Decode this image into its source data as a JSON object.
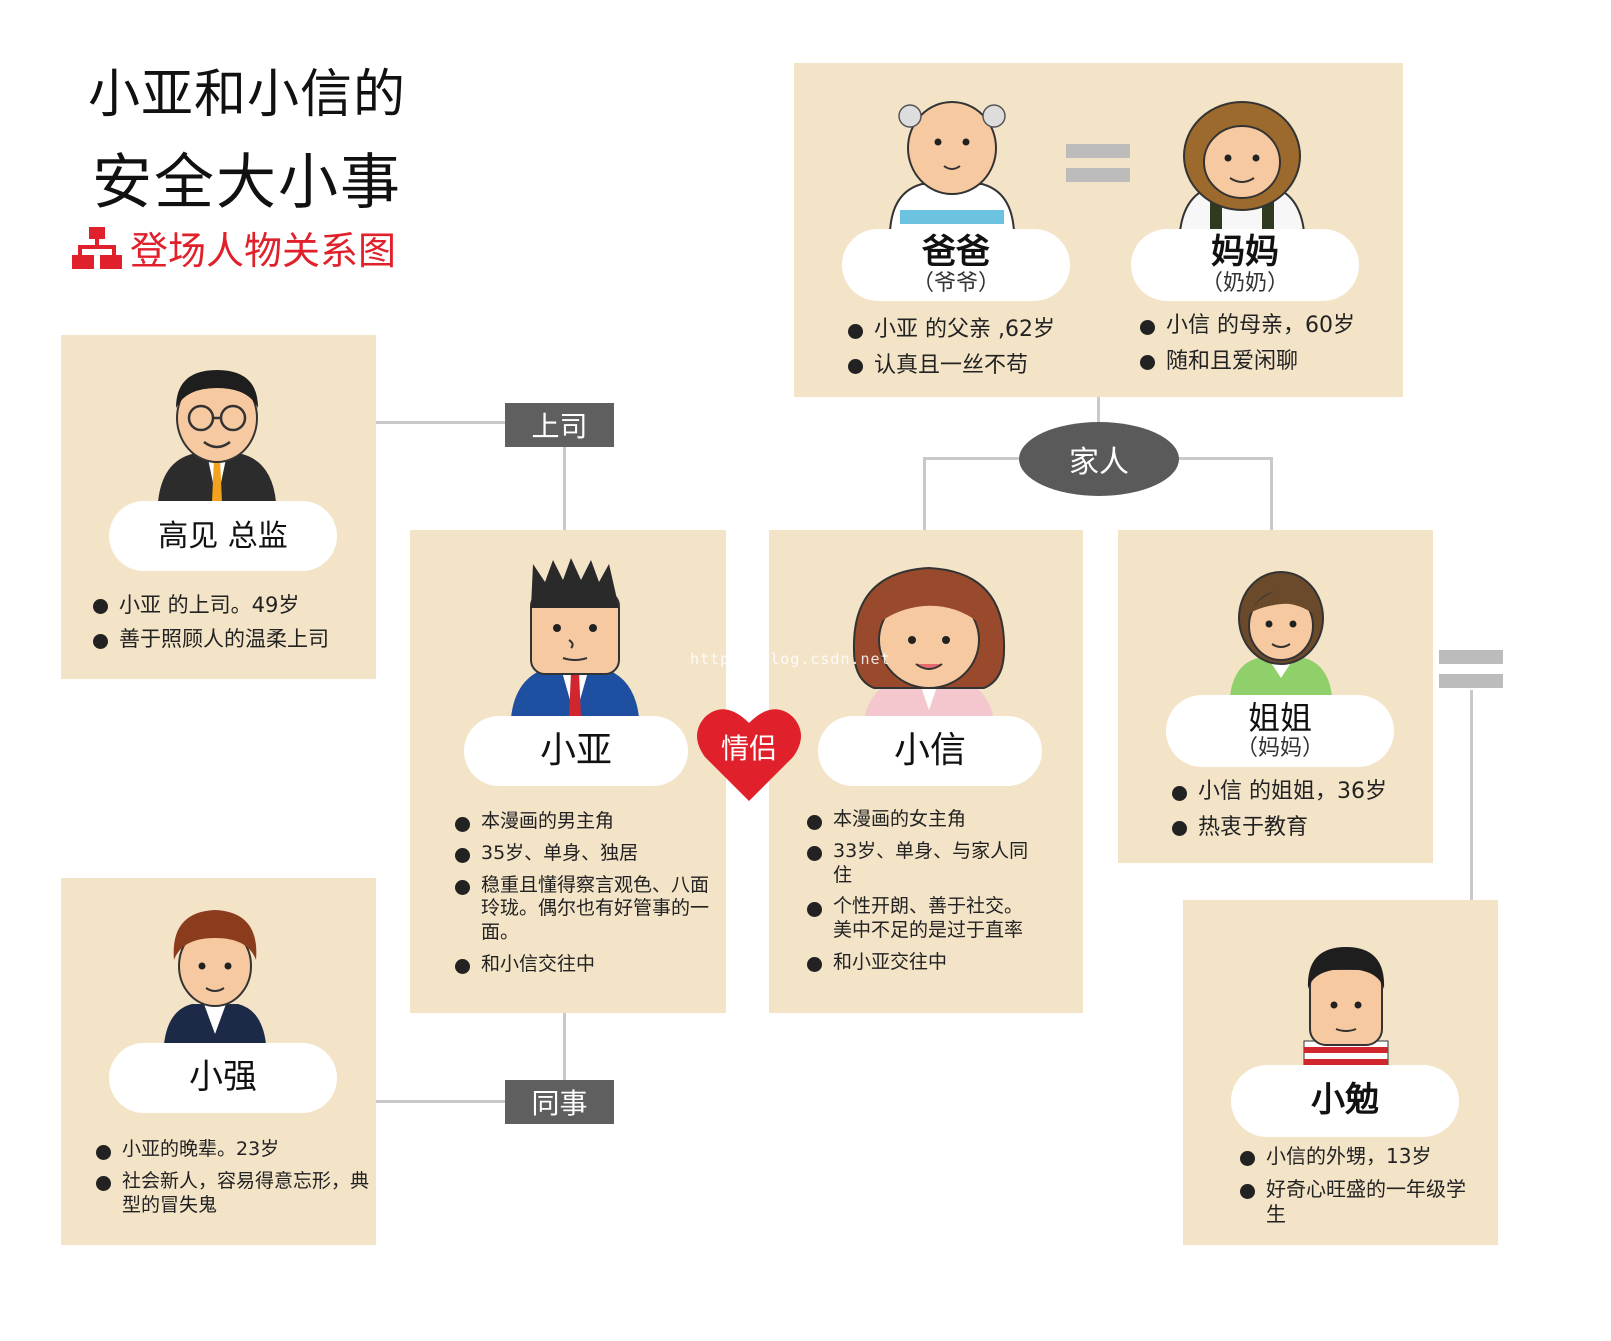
{
  "title": {
    "line1": "小亚和小信的",
    "line2": "安全大小事",
    "subtitle": "登场人物关系图",
    "icon": "org-chart-icon"
  },
  "relations": {
    "boss": "上司",
    "colleague": "同事",
    "family": "家人",
    "couple": "情侣"
  },
  "watermark": "http://blog.csdn.net",
  "people": {
    "dad": {
      "name": "爸爸",
      "sub": "（爷爷）",
      "info": [
        "小亚 的父亲 ,62岁",
        "认真且一丝不苟"
      ]
    },
    "mom": {
      "name": "妈妈",
      "sub": "（奶奶）",
      "info": [
        "小信 的母亲，60岁",
        "随和且爱闲聊"
      ]
    },
    "gaojian": {
      "name": "高见  总监",
      "info": [
        "小亚 的上司。49岁",
        "善于照顾人的温柔上司"
      ]
    },
    "xiaoya": {
      "name": "小亚",
      "info": [
        "本漫画的男主角",
        "35岁、单身、独居",
        "稳重且懂得察言观色、八面玲珑。偶尔也有好管事的一面。",
        "和小信交往中"
      ]
    },
    "xiaoxin": {
      "name": "小信",
      "info": [
        "本漫画的女主角",
        "33岁、单身、与家人同住",
        "个性开朗、善于社交。美中不足的是过于直率",
        "和小亚交往中"
      ]
    },
    "sister": {
      "name": "姐姐",
      "sub": "（妈妈）",
      "info": [
        "小信 的姐姐，36岁",
        "热衷于教育"
      ]
    },
    "xiaoqiang": {
      "name": "小强",
      "info": [
        "小亚的晚辈。23岁",
        "社会新人，容易得意忘形，典型的冒失鬼"
      ]
    },
    "xiaomian": {
      "name": "小勉",
      "info": [
        "小信的外甥，13岁",
        "好奇心旺盛的一年级学生"
      ]
    }
  },
  "colors": {
    "panel": "#f3e4c8",
    "accent": "#e0202a",
    "tag": "#5f5f5f",
    "line": "#c9c9c9"
  }
}
